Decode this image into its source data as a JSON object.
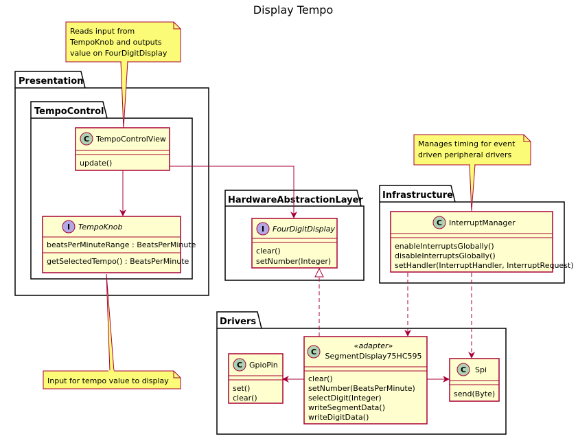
{
  "title": "Display Tempo",
  "packages": {
    "presentation": "Presentation",
    "tempo_control": "TempoControl",
    "hal": "HardwareAbstractionLayer",
    "infrastructure": "Infrastructure",
    "drivers": "Drivers"
  },
  "classes": {
    "tempo_control_view": {
      "kind": "C",
      "name": "TempoControlView",
      "methods": [
        "update()"
      ]
    },
    "tempo_knob": {
      "kind": "I",
      "name": "TempoKnob",
      "fields": [
        "beatsPerMinuteRange : BeatsPerMinute"
      ],
      "methods": [
        "getSelectedTempo() : BeatsPerMinute"
      ]
    },
    "four_digit_display": {
      "kind": "I",
      "name": "FourDigitDisplay",
      "methods": [
        "clear()",
        "setNumber(Integer)"
      ]
    },
    "interrupt_manager": {
      "kind": "C",
      "name": "InterruptManager",
      "methods": [
        "enableInterruptsGlobally()",
        "disableInterruptsGlobally()",
        "setHandler(InterruptHandler, InterruptRequest)"
      ]
    },
    "gpio_pin": {
      "kind": "C",
      "name": "GpioPin",
      "methods": [
        "set()",
        "clear()"
      ]
    },
    "segment_display": {
      "kind": "C",
      "stereotype": "«adapter»",
      "name": "SegmentDisplay75HC595",
      "methods": [
        "clear()",
        "setNumber(BeatsPerMinute)",
        "selectDigit(Integer)",
        "writeSegmentData()",
        "writeDigitData()"
      ]
    },
    "spi": {
      "kind": "C",
      "name": "Spi",
      "methods": [
        "send(Byte)"
      ]
    }
  },
  "notes": {
    "view_note": [
      "Reads input from",
      "TempoKnob and outputs",
      "value on FourDigitDisplay"
    ],
    "knob_note": [
      "Input for tempo value to display"
    ],
    "interrupt_note": [
      "Manages timing for event",
      "driven peripheral drivers"
    ]
  },
  "colors": {
    "class_fill": "#FEFECE",
    "class_border": "#A80036",
    "note_fill": "#FBFB77",
    "circle_class": "#ADD1B2",
    "circle_interface": "#B4A7E5"
  }
}
